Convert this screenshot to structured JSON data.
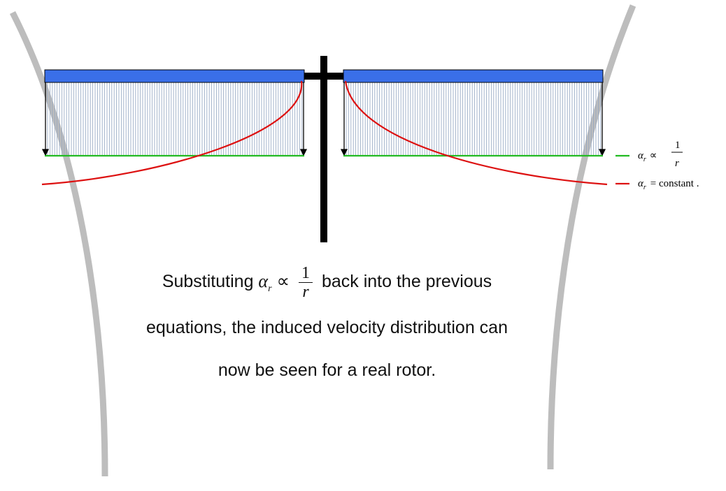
{
  "legend": [
    {
      "id": "constant-alpha",
      "symbol": "α",
      "subscript": "r",
      "relation": "∝",
      "numerator": "1",
      "denominator": "r",
      "color": "#22bb22"
    },
    {
      "id": "constant",
      "symbol": "α",
      "subscript": "r",
      "relation": "= constant .",
      "color": "#dd1111"
    }
  ],
  "caption": {
    "line1_before": "Substituting",
    "line1_symbol": "α",
    "line1_subscript": "r",
    "line1_relation": "∝",
    "line1_numerator": "1",
    "line1_denominator": "r",
    "line1_after": "back into the previous",
    "line2": "equations, the induced velocity distribution can",
    "line3": "now be seen for a real rotor."
  },
  "colors": {
    "blade": "#3a6fe8",
    "hub": "#000000",
    "streamtube": "#bdbdbd",
    "velocity_lines": "#8fa3c0",
    "green_line": "#22bb22",
    "red_curve": "#dd1111"
  }
}
